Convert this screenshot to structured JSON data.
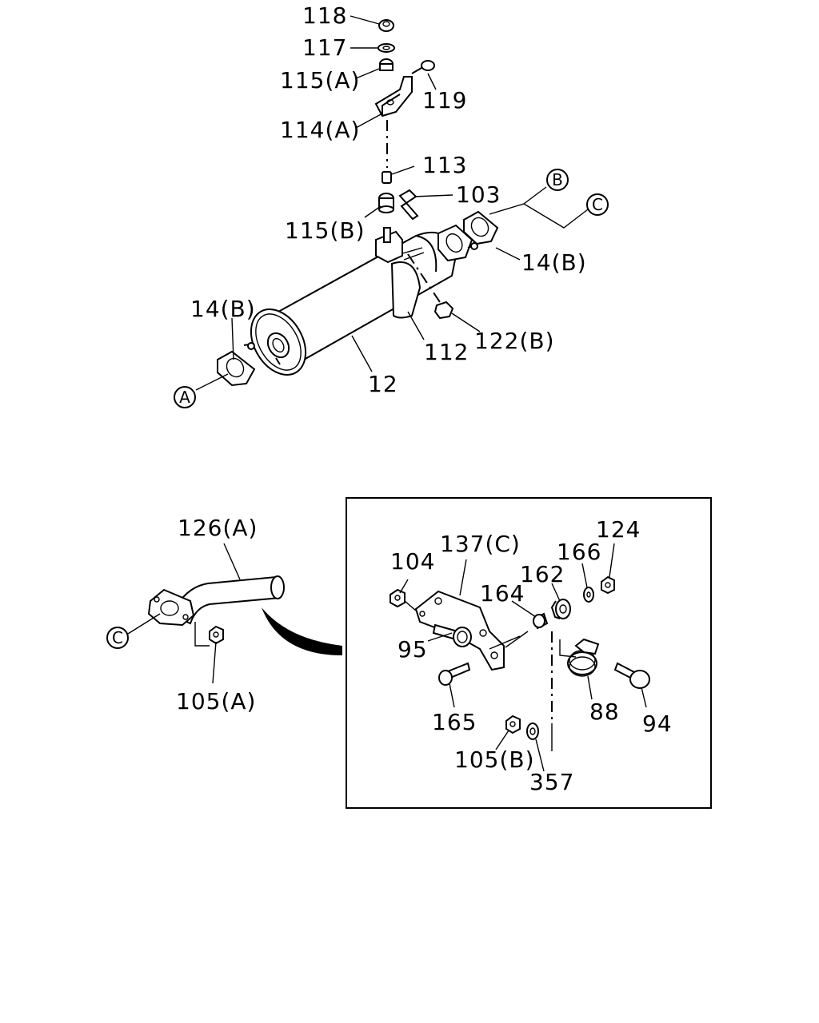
{
  "labels": {
    "p118": "118",
    "p117": "117",
    "p115a": "115(A)",
    "p119": "119",
    "p114a": "114(A)",
    "p113": "113",
    "p103": "103",
    "p115b": "115(B)",
    "p14b_right": "14(B)",
    "p14b_left": "14(B)",
    "p122b": "122(B)",
    "p112": "112",
    "p12": "12",
    "p126a": "126(A)",
    "p105a": "105(A)",
    "p137c": "137(C)",
    "p104": "104",
    "p166": "166",
    "p124": "124",
    "p162": "162",
    "p164": "164",
    "p95": "95",
    "p165": "165",
    "p88": "88",
    "p94": "94",
    "p105b": "105(B)",
    "p357": "357"
  },
  "connectors": {
    "a": "A",
    "b": "B",
    "c_top": "C",
    "c_bottom": "C"
  }
}
